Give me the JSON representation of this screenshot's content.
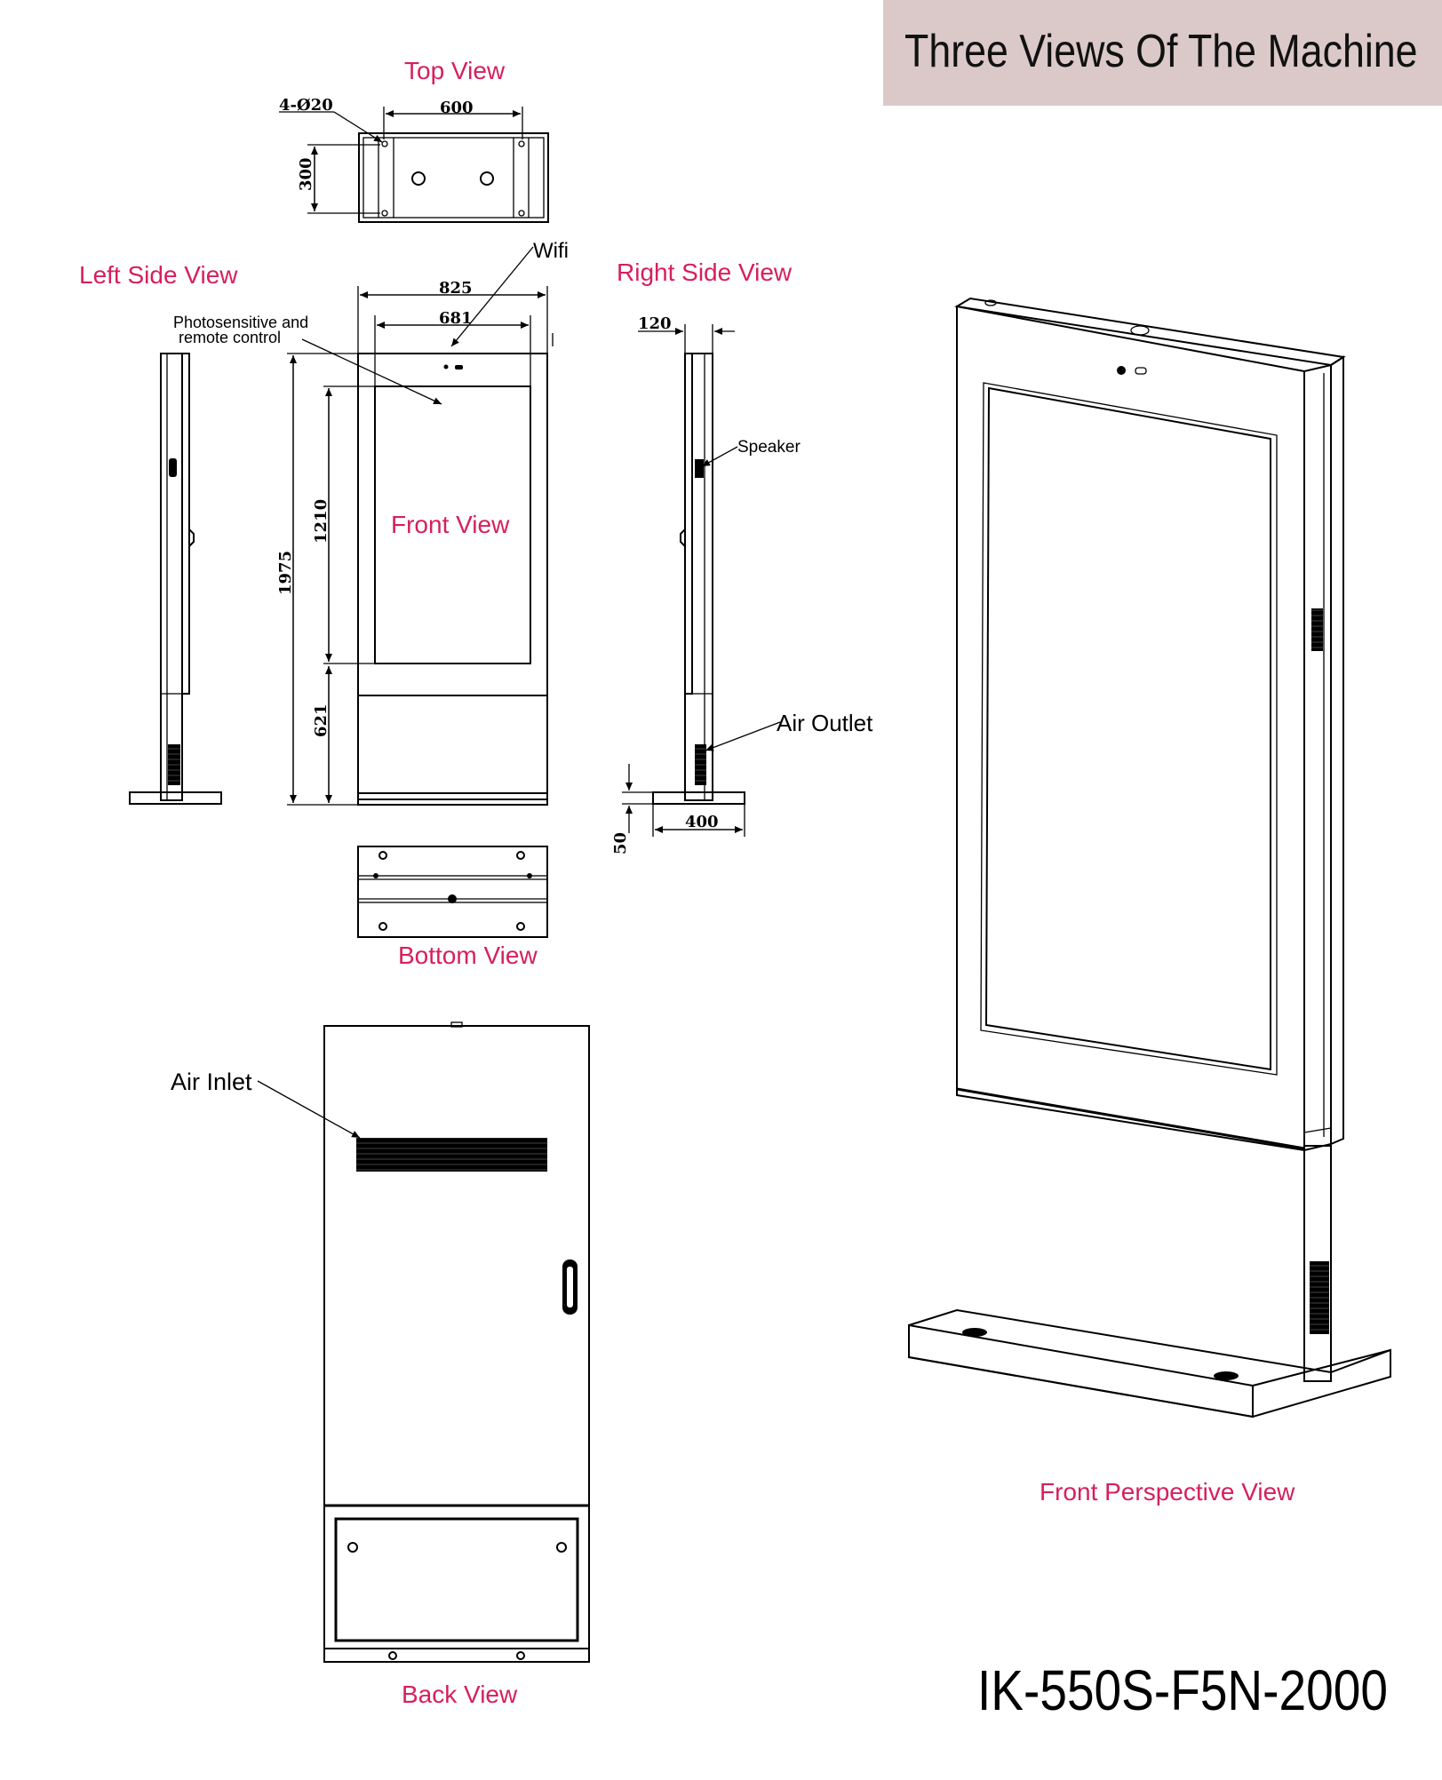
{
  "title": "Three Views Of The Machine",
  "model": "IK-550S-F5N-2000",
  "accent_color": "#d61f5d",
  "title_bg_color": "#dbc9c9",
  "views": {
    "top": "Top View",
    "left": "Left Side View",
    "right": "Right Side View",
    "front": "Front View",
    "bottom": "Bottom View",
    "back": "Back View",
    "perspective": "Front Perspective View"
  },
  "callouts": {
    "wifi": "Wifi",
    "photosensitive_line1": "Photosensitive and",
    "photosensitive_line2": "remote control",
    "speaker": "Speaker",
    "air_outlet": "Air Outlet",
    "air_inlet": "Air Inlet"
  },
  "dimensions": {
    "holes": "4-Ø20",
    "top_width": "600",
    "top_depth": "300",
    "overall_width": "825",
    "screen_width": "681",
    "overall_height": "1975",
    "screen_height": "1210",
    "lower_height": "621",
    "side_depth": "120",
    "base_height": "50",
    "base_depth": "400"
  }
}
